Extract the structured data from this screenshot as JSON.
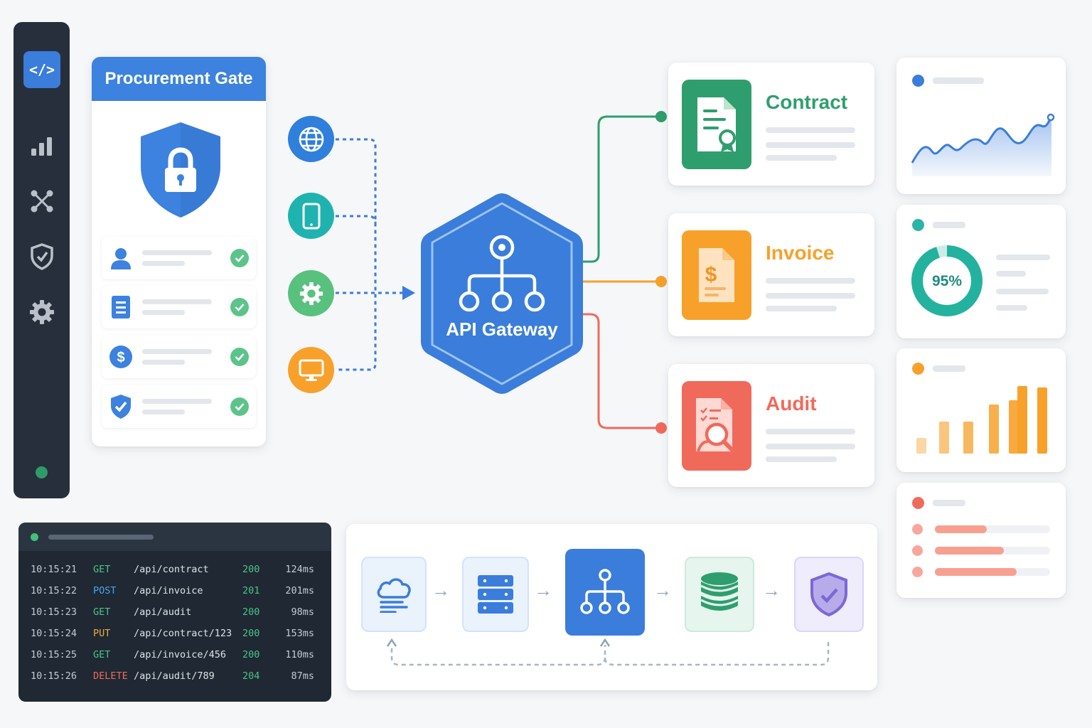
{
  "sidebar": {
    "items": [
      {
        "icon": "code-icon",
        "active": true
      },
      {
        "icon": "bar-chart-icon",
        "active": false
      },
      {
        "icon": "network-nodes-icon",
        "active": false
      },
      {
        "icon": "shield-check-icon",
        "active": false
      },
      {
        "icon": "gear-icon",
        "active": false
      }
    ],
    "status_color": "#2e9b69"
  },
  "procurement": {
    "title": "Procurement Gate",
    "shield_icon": "shield-lock-icon",
    "checks": [
      {
        "icon": "user-icon",
        "status": "verified"
      },
      {
        "icon": "document-icon",
        "status": "verified"
      },
      {
        "icon": "dollar-icon",
        "status": "verified"
      },
      {
        "icon": "shield-check-icon",
        "status": "verified"
      }
    ]
  },
  "clients": [
    {
      "icon": "globe-icon",
      "color": "#2f7fdc"
    },
    {
      "icon": "mobile-icon",
      "color": "#1fb3b0"
    },
    {
      "icon": "gear-icon",
      "color": "#58c17e"
    },
    {
      "icon": "monitor-icon",
      "color": "#f7a12b"
    }
  ],
  "gateway": {
    "label": "API Gateway",
    "color": "#3a7ddb"
  },
  "services": [
    {
      "title": "Contract",
      "color": "#2f9e6e",
      "icon": "contract-certificate-icon"
    },
    {
      "title": "Invoice",
      "color": "#f7a12b",
      "icon": "invoice-dollar-icon"
    },
    {
      "title": "Audit",
      "color": "#f06a5b",
      "icon": "audit-search-icon"
    }
  ],
  "widgets": {
    "line": {
      "dot_color": "#3a7ddb"
    },
    "donut": {
      "dot_color": "#2bb5a4",
      "value_label": "95%",
      "value": 0.95
    },
    "bars": {
      "dot_color": "#f7a12b",
      "values": [
        0.22,
        0.45,
        0.45,
        0.69,
        0.75,
        0.95,
        0.93
      ]
    },
    "progress": {
      "dot_color": "#f06a5b",
      "values": [
        0.45,
        0.6,
        0.71
      ]
    }
  },
  "terminal": {
    "logs": [
      {
        "time": "10:15:21",
        "method": "GET",
        "path": "/api/contract",
        "status": "200",
        "duration": "124ms"
      },
      {
        "time": "10:15:22",
        "method": "POST",
        "path": "/api/invoice",
        "status": "201",
        "duration": "201ms"
      },
      {
        "time": "10:15:23",
        "method": "GET",
        "path": "/api/audit",
        "status": "200",
        "duration": "98ms"
      },
      {
        "time": "10:15:24",
        "method": "PUT",
        "path": "/api/contract/123",
        "status": "200",
        "duration": "153ms"
      },
      {
        "time": "10:15:25",
        "method": "GET",
        "path": "/api/invoice/456",
        "status": "200",
        "duration": "110ms"
      },
      {
        "time": "10:15:26",
        "method": "DELETE",
        "path": "/api/audit/789",
        "status": "204",
        "duration": "87ms"
      }
    ],
    "method_colors": {
      "GET": "#4cc38a",
      "POST": "#4aa3f0",
      "PUT": "#f0a83a",
      "DELETE": "#f06a5b"
    },
    "status_color": "#4cc38a"
  },
  "pipeline": {
    "nodes": [
      {
        "icon": "cloud-icon"
      },
      {
        "icon": "server-icon"
      },
      {
        "icon": "gateway-hub-icon"
      },
      {
        "icon": "database-icon"
      },
      {
        "icon": "security-shield-icon"
      }
    ]
  }
}
